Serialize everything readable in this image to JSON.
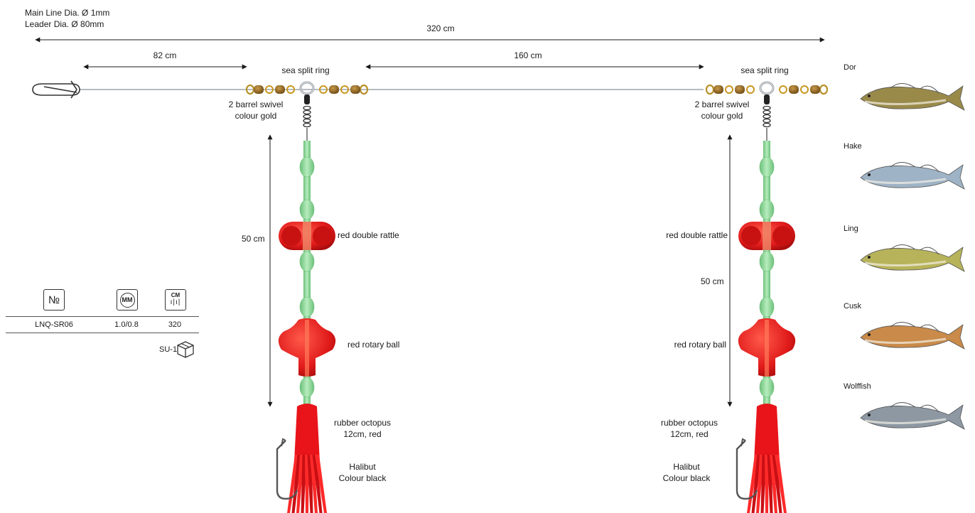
{
  "header": {
    "main_line": "Main Line Dia. Ø 1mm",
    "leader": "Leader Dia. Ø 80mm"
  },
  "dimensions": {
    "total": "320 cm",
    "left_segment": "82 cm",
    "middle_segment": "160 cm",
    "left_drop": "50 cm",
    "right_drop": "50 cm"
  },
  "labels": {
    "split_ring": "sea split ring",
    "swivel_line1": "2 barrel swivel",
    "swivel_line2": "colour gold",
    "rattle": "red double rattle",
    "rotary": "red rotary ball",
    "octopus_line1": "rubber octopus",
    "octopus_line2": "12cm, red",
    "hook_line1": "Halibut",
    "hook_line2": "Colour black"
  },
  "spec": {
    "headers": [
      "№",
      "MM",
      "CM"
    ],
    "values": [
      "LNQ-SR06",
      "1.0/0.8",
      "320"
    ],
    "package": "SU-1"
  },
  "fish": [
    {
      "name": "Dor",
      "color": "#9a8a4a"
    },
    {
      "name": "Hake",
      "color": "#9fb3c6"
    },
    {
      "name": "Ling",
      "color": "#b7b35a"
    },
    {
      "name": "Cusk",
      "color": "#c98a4a"
    },
    {
      "name": "Wolffish",
      "color": "#8d98a3"
    }
  ],
  "colors": {
    "bead": "#8fd39a",
    "red": "#e01a1a",
    "gold": "#c9971f",
    "line": "#b7bcc0"
  }
}
